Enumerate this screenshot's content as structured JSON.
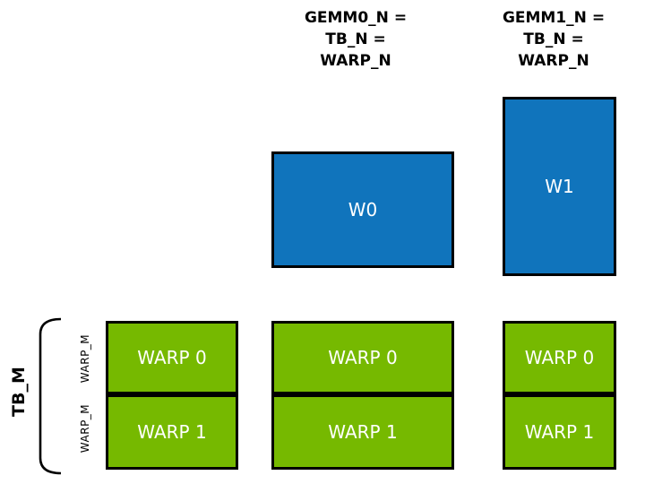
{
  "headers": {
    "gemm0": {
      "lines": [
        "GEMM0_N =",
        "TB_N =",
        "WARP_N"
      ]
    },
    "gemm1": {
      "lines": [
        "GEMM1_N =",
        "TB_N =",
        "WARP_N"
      ]
    }
  },
  "warp_tiles": {
    "w0_label": "W0",
    "w1_label": "W1"
  },
  "warp_rows": {
    "col_left": {
      "row0": "WARP 0",
      "row1": "WARP 1"
    },
    "col_middle": {
      "row0": "WARP 0",
      "row1": "WARP 1"
    },
    "col_right": {
      "row0": "WARP 0",
      "row1": "WARP 1"
    }
  },
  "axis_labels": {
    "tb_m": "TB_M",
    "warp_m_row0": "WARP_M",
    "warp_m_row1": "WARP_M"
  },
  "colors": {
    "nvidia_green": "#76B900",
    "blue": "#1074BC",
    "border_black": "#000000",
    "text_white": "#FFFFFF"
  }
}
